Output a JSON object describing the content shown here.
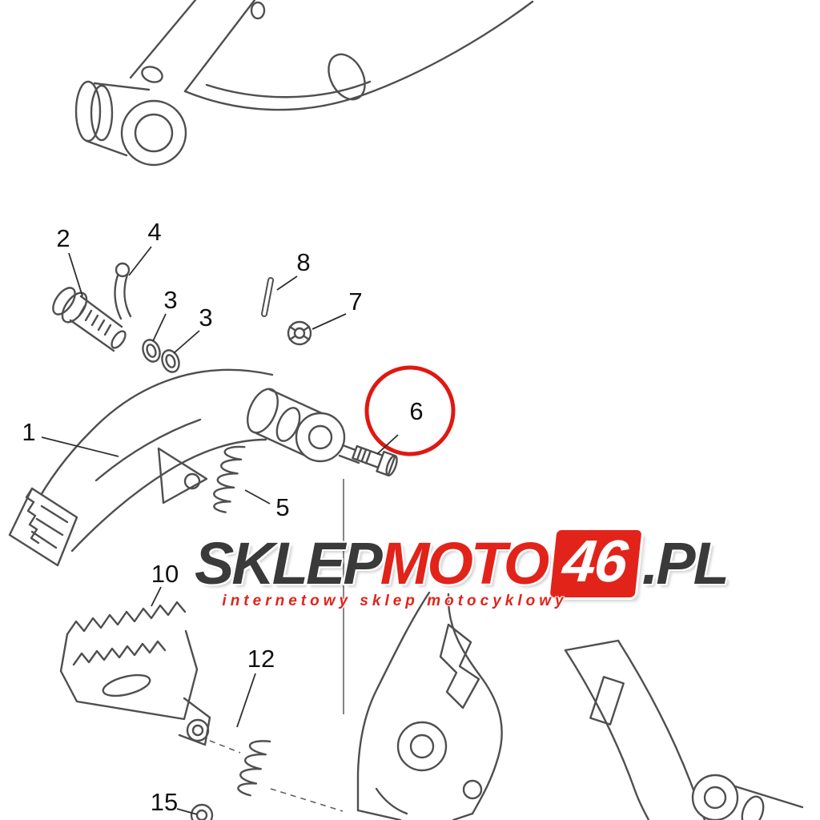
{
  "colors": {
    "line": "#4f4f4f",
    "label": "#111111",
    "highlight": "#e01812",
    "accent_red": "#e2231a",
    "dark_text": "#3a3a3a"
  },
  "diagram": {
    "part_labels": [
      {
        "text": "1"
      },
      {
        "text": "2"
      },
      {
        "text": "3"
      },
      {
        "text": "3"
      },
      {
        "text": "4"
      },
      {
        "text": "5"
      },
      {
        "text": "6"
      },
      {
        "text": "7"
      },
      {
        "text": "8"
      },
      {
        "text": "10"
      },
      {
        "text": "12"
      },
      {
        "text": "15"
      }
    ]
  },
  "watermark": {
    "brand_sklep": "SKLEP",
    "brand_moto": "MOTO",
    "brand_46": "46",
    "brand_pl": ".PL",
    "tagline": "internetowy sklep motocyklowy"
  }
}
